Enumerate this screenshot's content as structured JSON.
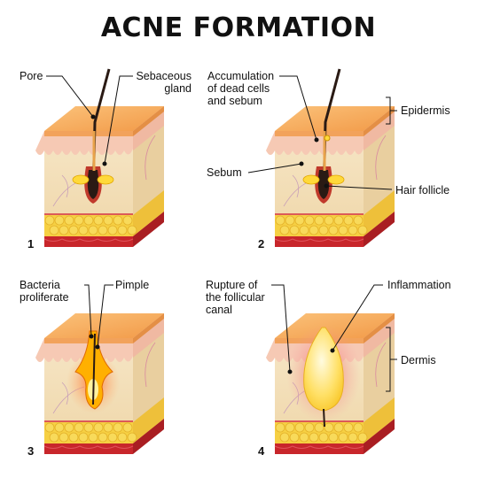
{
  "title": "ACNE FORMATION",
  "panels": [
    {
      "number": "1",
      "labels": {
        "pore": "Pore",
        "sebaceous_gland": "Sebaceous\ngland"
      }
    },
    {
      "number": "2",
      "labels": {
        "accumulation": "Accumulation\nof dead cells\nand sebum",
        "epidermis": "Epidermis",
        "sebum": "Sebum",
        "hair_follicle": "Hair follicle"
      }
    },
    {
      "number": "3",
      "labels": {
        "bacteria": "Bacteria\nproliferate",
        "pimple": "Pimple"
      }
    },
    {
      "number": "4",
      "labels": {
        "rupture": "Rupture of\nthe follicular\ncanal",
        "inflammation": "Inflammation",
        "dermis": "Dermis"
      }
    }
  ],
  "colors": {
    "top_surface": "#f7b36b",
    "epidermis": "#f6c9b4",
    "dermis": "#f3e2c0",
    "fat": "#f6d043",
    "muscle": "#c8262b",
    "pus": "#ffd93a",
    "inflammation": "#f2707a",
    "hair": "#2a1a14"
  }
}
